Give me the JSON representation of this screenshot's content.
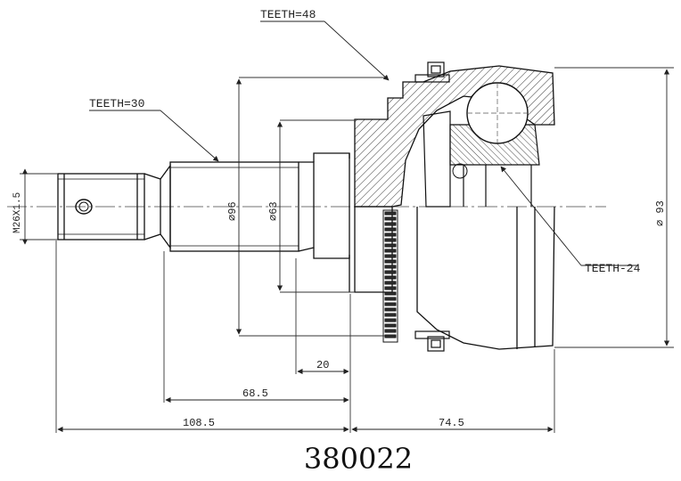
{
  "part_number": "380022",
  "callouts": {
    "teeth_outer": "TEETH=48",
    "teeth_shaft": "TEETH=30",
    "teeth_inner": "TEETH-24"
  },
  "diameters": {
    "d_thread": "M26X1.5",
    "d_96": "⌀96",
    "d_63": "⌀63",
    "d_93": "⌀ 93"
  },
  "dimensions": {
    "d20": "20",
    "d68": "68.5",
    "d108": "108.5",
    "d74": "74.5"
  }
}
